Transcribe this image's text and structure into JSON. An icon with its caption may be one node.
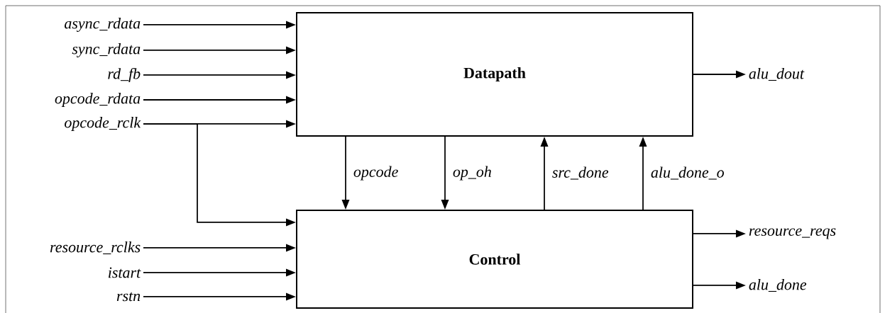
{
  "diagram": {
    "nodes": [
      {
        "text": [
          "Datapath"
        ]
      },
      {
        "text": [
          "Control"
        ]
      },
      {
        "text": [
          "async_rdata"
        ]
      },
      {
        "text": [
          "sync_rdata"
        ]
      },
      {
        "text": [
          "rd_fb"
        ]
      },
      {
        "text": [
          "opcode_rdata"
        ]
      },
      {
        "text": [
          "opcode_rclk"
        ]
      },
      {
        "text": [
          "resource_rclks"
        ]
      },
      {
        "text": [
          "istart"
        ]
      },
      {
        "text": [
          "rstn"
        ]
      },
      {
        "text": [
          "alu_dout"
        ]
      },
      {
        "text": [
          "resource_reqs"
        ]
      },
      {
        "text": [
          "alu_done"
        ]
      }
    ],
    "edges": [
      {
        "from": 2,
        "to": 0,
        "arrow": "to"
      },
      {
        "from": 3,
        "to": 0,
        "arrow": "to"
      },
      {
        "from": 4,
        "to": 0,
        "arrow": "to"
      },
      {
        "from": 5,
        "to": 0,
        "arrow": "to"
      },
      {
        "from": 6,
        "to": 0,
        "arrow": "to"
      },
      {
        "from": 6,
        "to": 1,
        "arrow": "to"
      },
      {
        "from": 7,
        "to": 1,
        "arrow": "to"
      },
      {
        "from": 8,
        "to": 1,
        "arrow": "to"
      },
      {
        "from": 9,
        "to": 1,
        "arrow": "to"
      },
      {
        "from": 0,
        "to": 1,
        "arrow": "to",
        "label": "opcode"
      },
      {
        "from": 0,
        "to": 1,
        "arrow": "to",
        "label": "op_oh"
      },
      {
        "from": 1,
        "to": 0,
        "arrow": "to",
        "label": "src_done"
      },
      {
        "from": 1,
        "to": 0,
        "arrow": "to",
        "label": "alu_done_o"
      },
      {
        "from": 0,
        "to": 10,
        "arrow": "to"
      },
      {
        "from": 1,
        "to": 11,
        "arrow": "to"
      },
      {
        "from": 1,
        "to": 12,
        "arrow": "to"
      }
    ]
  }
}
